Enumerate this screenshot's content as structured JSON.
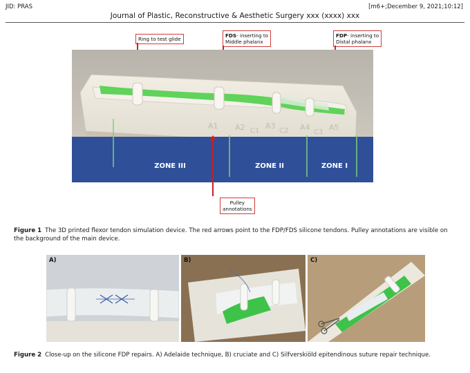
{
  "header": {
    "left": "JID: PRAS",
    "right": "[m6+;December 9, 2021;10:12]",
    "journal": "Journal of Plastic, Reconstructive & Aesthetic Surgery xxx (xxxx) xxx"
  },
  "figure1": {
    "callouts": {
      "ring": "Ring to test glide",
      "fds_bold": "FDS",
      "fds_line1": "- inserting to",
      "fds_line2": "Middle phalanx",
      "fdp_bold": "FDP",
      "fdp_line1": "- inserting to",
      "fdp_line2": "Distal phalanx",
      "pulley_line1": "Pulley",
      "pulley_line2": "annotations"
    },
    "pulleys": [
      "A1",
      "A2",
      "C1",
      "A3",
      "C2",
      "A4",
      "C3",
      "A5"
    ],
    "zones": [
      "ZONE III",
      "ZONE II",
      "ZONE I"
    ],
    "caption_label": "Figure 1",
    "caption_text": "The 3D printed flexor tendon simulation device. The red arrows point to the FDP/FDS silicone tendons. Pulley annotations are visible on the background of the main device."
  },
  "figure2": {
    "panels": [
      "A)",
      "B)",
      "C)"
    ],
    "caption_label": "Figure 2",
    "caption_text": "Close-up on the silicone FDP repairs. A) Adelaide technique, B) cruciate and C) Silfverskiöld epitendinous suture repair technique."
  },
  "colors": {
    "arrow": "#c91f1f",
    "tendon": "#5fd35a",
    "zone_bg": "#2f4f98"
  }
}
